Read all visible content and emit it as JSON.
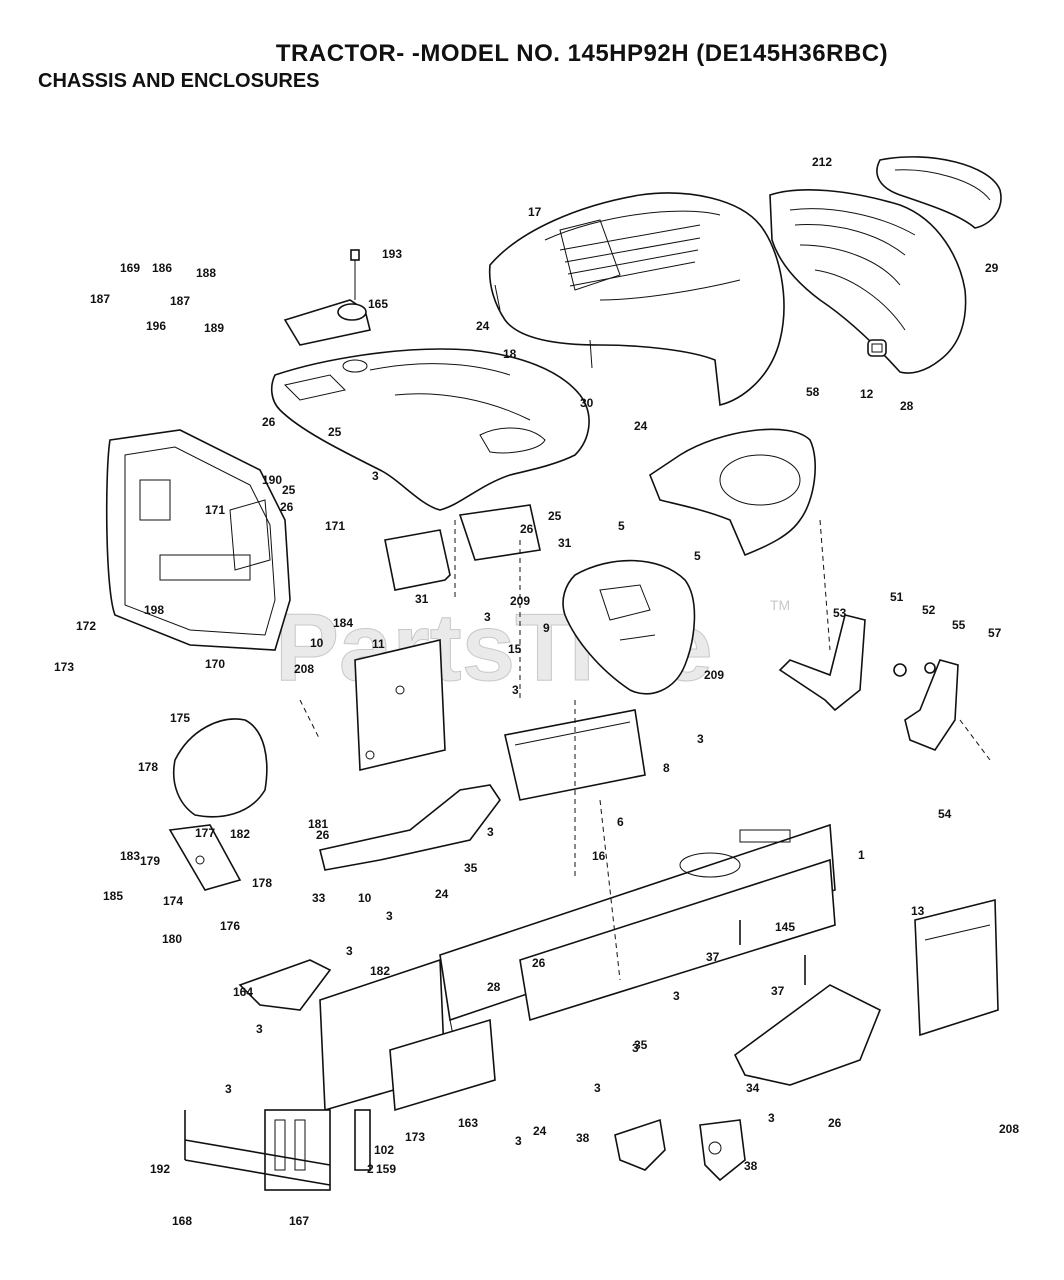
{
  "title": "TRACTOR- -MODEL NO. 145HP92H (DE145H36RBC)",
  "subtitle": "CHASSIS AND ENCLOSURES",
  "watermark": "PartsTree",
  "watermark_mark": "TM",
  "callouts": [
    "212",
    "17",
    "29",
    "193",
    "165",
    "24",
    "18",
    "12",
    "28",
    "169",
    "186",
    "188",
    "187",
    "187",
    "196",
    "189",
    "26",
    "25",
    "30",
    "24",
    "58",
    "190",
    "25",
    "26",
    "171",
    "171",
    "3",
    "26",
    "25",
    "5",
    "5",
    "31",
    "31",
    "209",
    "3",
    "184",
    "10",
    "198",
    "172",
    "173",
    "170",
    "11",
    "9",
    "15",
    "209",
    "53",
    "51",
    "52",
    "55",
    "57",
    "208",
    "3",
    "3",
    "6",
    "8",
    "54",
    "175",
    "178",
    "181",
    "183",
    "177",
    "182",
    "179",
    "178",
    "26",
    "185",
    "174",
    "180",
    "176",
    "3",
    "35",
    "33",
    "10",
    "16",
    "1",
    "24",
    "3",
    "3",
    "26",
    "28",
    "145",
    "37",
    "37",
    "13",
    "3",
    "182",
    "164",
    "3",
    "3",
    "35",
    "34",
    "3",
    "173",
    "102",
    "163",
    "3",
    "24",
    "26",
    "208",
    "3",
    "38",
    "3",
    "38",
    "192",
    "2",
    "159",
    "168",
    "167"
  ]
}
